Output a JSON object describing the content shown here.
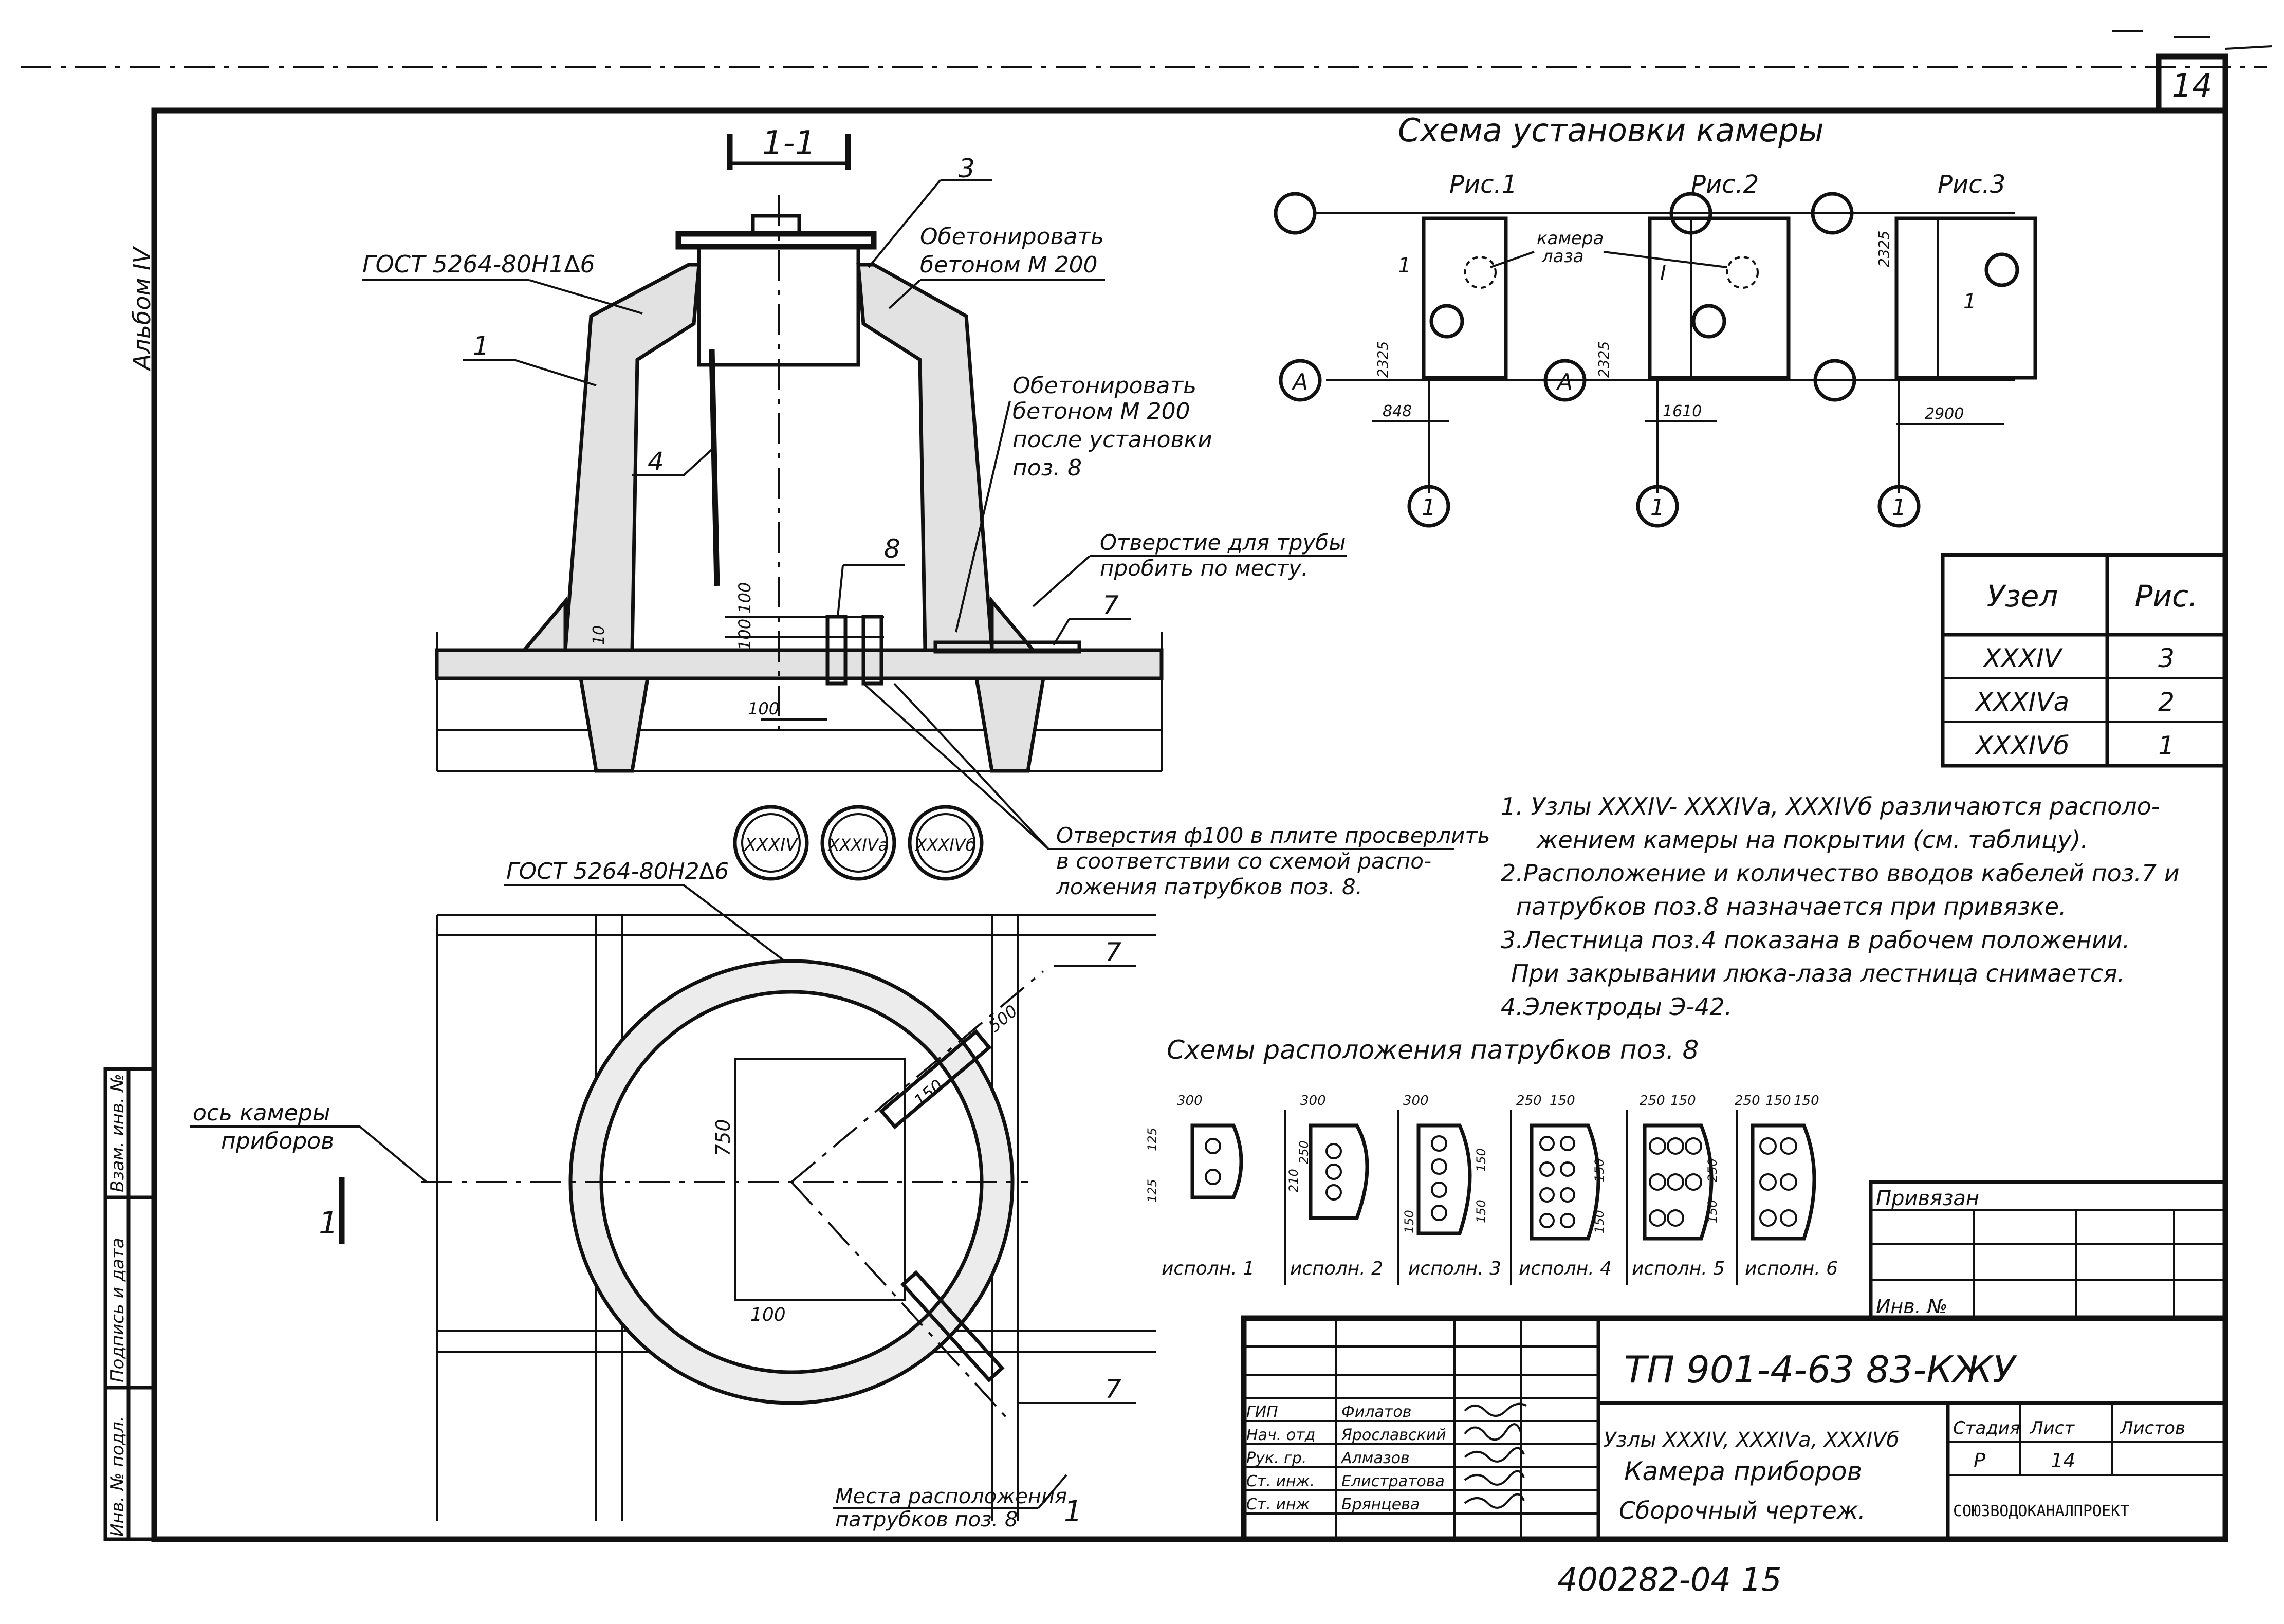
{
  "sheet": {
    "sheet_corner": "14",
    "album_side": "Альбом IV",
    "bottom_number": "400282-04   15"
  },
  "section": {
    "title": "1-1",
    "gost_top": "ГОСТ 5264-80Н1∆6",
    "pos3": "3",
    "pos1": "1",
    "pos4": "4",
    "pos8": "8",
    "pos7": "7",
    "note_concrete1_l1": "Обетонировать",
    "note_concrete1_l2": "бетоном М 200",
    "note_concrete2_l1": "Обетонировать",
    "note_concrete2_l2": "бетоном М 200",
    "note_concrete2_l3": "после установки",
    "note_concrete2_l4": "поз. 8",
    "hole_note_l1": "Отверстие для трубы",
    "hole_note_l2": "пробить по месту.",
    "dim_100_100": "100 100",
    "dim_100": "100",
    "dim_10": "10"
  },
  "holes_note": {
    "l1": "Отверстия ф100 в плите просверлить",
    "l2": "в соответствии со схемой распо-",
    "l3": "ложения патрубков поз. 8."
  },
  "badges": [
    "XXXIV",
    "XXXIVа",
    "XXXIVб"
  ],
  "plan": {
    "gost": "ГОСТ 5264-80Н2∆6",
    "axis_l1": "ось камеры",
    "axis_l2": "приборов",
    "sec_mark": "1",
    "dim_750": "750",
    "dim_100": "100",
    "dim_500": "500",
    "dim_150": "150",
    "pos7a": "7",
    "pos7b": "7",
    "places_l1": "Места расположения",
    "places_l2": "патрубков поз. 8"
  },
  "scheme": {
    "title": "Схема установки камеры",
    "fig1": "Рис.1",
    "fig2": "Рис.2",
    "fig3": "Рис.3",
    "kamera_l1": "камера",
    "kamera_l2": "лаза",
    "axis_a1": "А",
    "axis_a2": "А",
    "axis_11": "1",
    "axis_12": "1",
    "axis_13": "1",
    "lbl_1a": "1",
    "lbl_1b": "I",
    "lbl_1c": "1",
    "dim_2325a": "2325",
    "dim_2325b": "2325",
    "dim_2325c": "2325",
    "dim_848": "848",
    "dim_1610": "1610",
    "dim_2900": "2900"
  },
  "node_table": {
    "header_node": "Узел",
    "header_fig": "Рис.",
    "rows": [
      {
        "node": "XXXIV",
        "fig": "3"
      },
      {
        "node": "XXXIVа",
        "fig": "2"
      },
      {
        "node": "XXXIVб",
        "fig": "1"
      }
    ]
  },
  "notes": [
    "1. Узлы XXXIV- XXXIVа, XXXIVб различаются располо-",
    "жением камеры на покрытии (см. таблицу).",
    "2.Расположение и количество вводов кабелей поз.7 и",
    "патрубков поз.8 назначается при привязке.",
    "3.Лестница поз.4 показана в рабочем положении.",
    "При закрывании люка-лаза лестница снимается.",
    "4.Электроды Э-42."
  ],
  "pipes": {
    "title": "Схемы расположения патрубков поз. 8",
    "variants": [
      "исполн. 1",
      "исполн. 2",
      "исполн. 3",
      "исполн. 4",
      "исполн. 5",
      "исполн. 6"
    ],
    "dims": [
      "300",
      "125",
      "125",
      "300",
      "210",
      "250",
      "300",
      "150",
      "150",
      "150",
      "250",
      "150",
      "150",
      "150",
      "250",
      "150",
      "150",
      "250",
      "250",
      "150",
      "150"
    ]
  },
  "title_block": {
    "privyazan": "Привязан",
    "inv": "Инв. №",
    "doc_code": "ТП 901-4-63 83-КЖУ",
    "staff": [
      {
        "role": "ГИП",
        "name": "Филатов"
      },
      {
        "role": "Нач. отд",
        "name": "Ярославский"
      },
      {
        "role": "Рук. гр.",
        "name": "Алмазов"
      },
      {
        "role": "Ст. инж.",
        "name": "Елистратова"
      },
      {
        "role": "Ст. инж",
        "name": "Брянцева"
      }
    ],
    "title_l1": "Узлы XXXIV, XXXIVа, XXXIVб",
    "title_l2": "Камера приборов",
    "title_l3": "Сборочный чертеж.",
    "stage_h": "Стадия",
    "sheet_h": "Лист",
    "sheets_h": "Листов",
    "stage": "Р",
    "sheet_no": "14",
    "org": "СОЮЗВОДОКАНАЛПРОЕКТ"
  },
  "left_stamp": {
    "inv_podl": "Инв. № подл.",
    "podp": "Подпись и дата",
    "vzam": "Взам. инв. №"
  }
}
